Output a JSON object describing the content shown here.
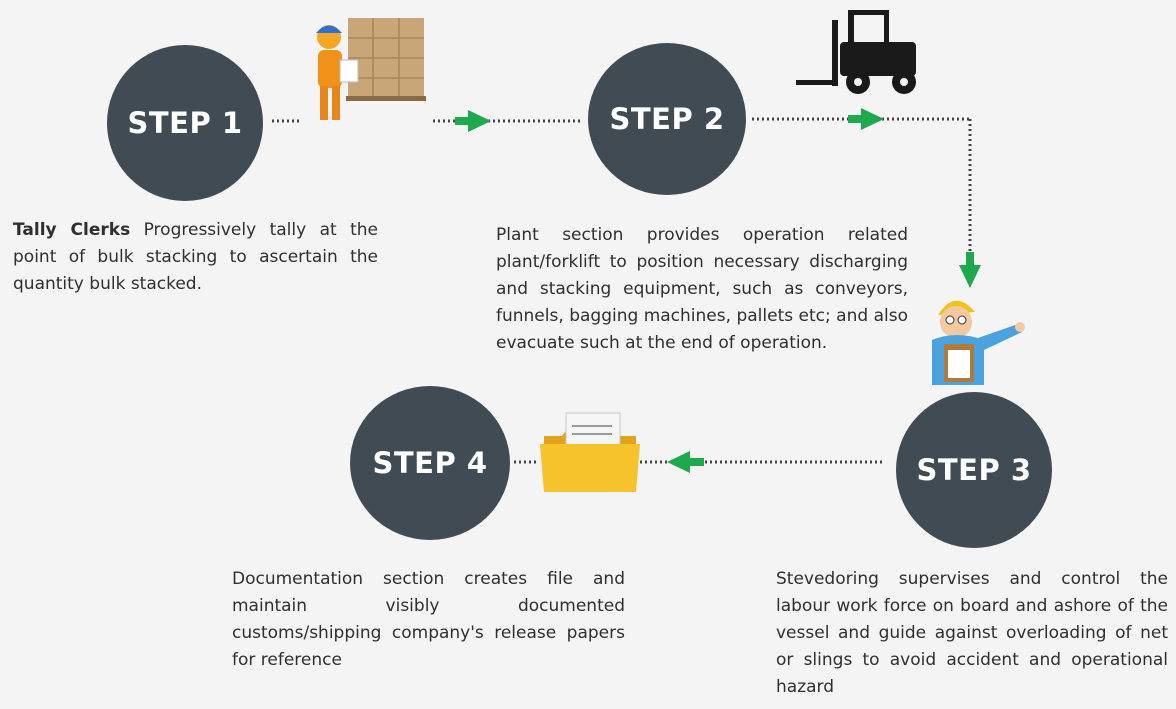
{
  "steps": [
    {
      "label": "STEP 1"
    },
    {
      "label": "STEP 2"
    },
    {
      "label": "STEP 3"
    },
    {
      "label": "STEP 4"
    }
  ],
  "descriptions": {
    "step1_bold": "Tally Clerks",
    "step1_text": " Progressively tally at the point of bulk stacking to ascertain the quantity bulk stacked.",
    "step2_text": "Plant section provides operation related plant/forklift to position necessary discharging and stacking equipment, such as conveyors, funnels, bagging machines, pallets etc; and also evacuate such at the end of operation.",
    "step3_text": "Stevedoring supervises and control the labour work force on board and ashore of the vessel and guide against overloading of net or slings to avoid accident and operational hazard",
    "step4_text": "Documentation section creates file and maintain visibly documented customs/shipping company's release papers for reference"
  },
  "icons": {
    "step1": "worker-with-pallet-icon",
    "step2": "forklift-icon",
    "step3": "supervisor-pointing-icon",
    "step4": "document-folder-icon"
  },
  "colors": {
    "circle": "#414b54",
    "arrow": "#1ea94c",
    "dots": "#444444"
  }
}
